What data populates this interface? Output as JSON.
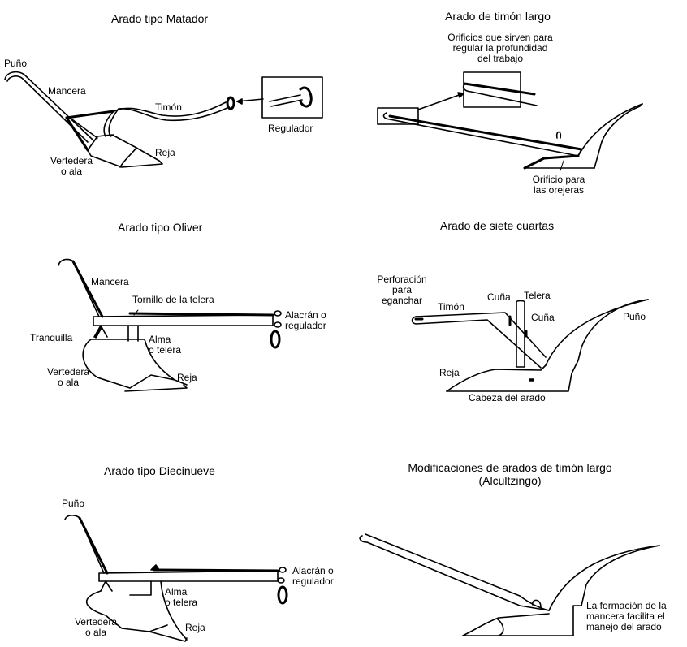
{
  "panels": [
    {
      "id": "matador",
      "title": "Arado tipo Matador",
      "labels": {
        "puno": "Puño",
        "mancera": "Mancera",
        "timon": "Timón",
        "regulador": "Regulador",
        "reja": "Reja",
        "vertedera_1": "Vertedera",
        "vertedera_2": "o ala"
      }
    },
    {
      "id": "timon-largo",
      "title": "Arado de timón largo",
      "labels": {
        "orificios_1": "Orificios que sirven para",
        "orificios_2": "regular la profundidad",
        "orificios_3": "del trabajo",
        "orificio_orejeras_1": "Orificio para",
        "orificio_orejeras_2": "las orejeras"
      }
    },
    {
      "id": "oliver",
      "title": "Arado tipo Oliver",
      "labels": {
        "mancera": "Mancera",
        "tornillo": "Tornillo de la telera",
        "alacran_1": "Alacrán o",
        "alacran_2": "regulador",
        "tranquilla": "Tranquilla",
        "alma_1": "Alma",
        "alma_2": "o telera",
        "vertedera_1": "Vertedera",
        "vertedera_2": "o ala",
        "reja": "Reja"
      }
    },
    {
      "id": "siete-cuartas",
      "title": "Arado de siete cuartas",
      "labels": {
        "perforacion_1": "Perforación",
        "perforacion_2": "para",
        "perforacion_3": "eganchar",
        "timon": "Timón",
        "cuna_1": "Cuña",
        "telera": "Telera",
        "cuna_2": "Cuña",
        "puno": "Puño",
        "reja": "Reja",
        "cabeza": "Cabeza del arado"
      }
    },
    {
      "id": "diecinueve",
      "title": "Arado tipo Diecinueve",
      "labels": {
        "puno": "Puño",
        "alacran_1": "Alacrán o",
        "alacran_2": "regulador",
        "alma_1": "Alma",
        "alma_2": "o telera",
        "vertedera_1": "Vertedera",
        "vertedera_2": "o ala",
        "reja": "Reja"
      }
    },
    {
      "id": "alcultzingo",
      "title_line1": "Modificaciones de arados de timón largo",
      "title_line2": "(Alcultzingo)",
      "labels": {
        "formacion_1": "La formación de la",
        "formacion_2": "mancera facilita el",
        "formacion_3": "manejo del arado"
      }
    }
  ]
}
